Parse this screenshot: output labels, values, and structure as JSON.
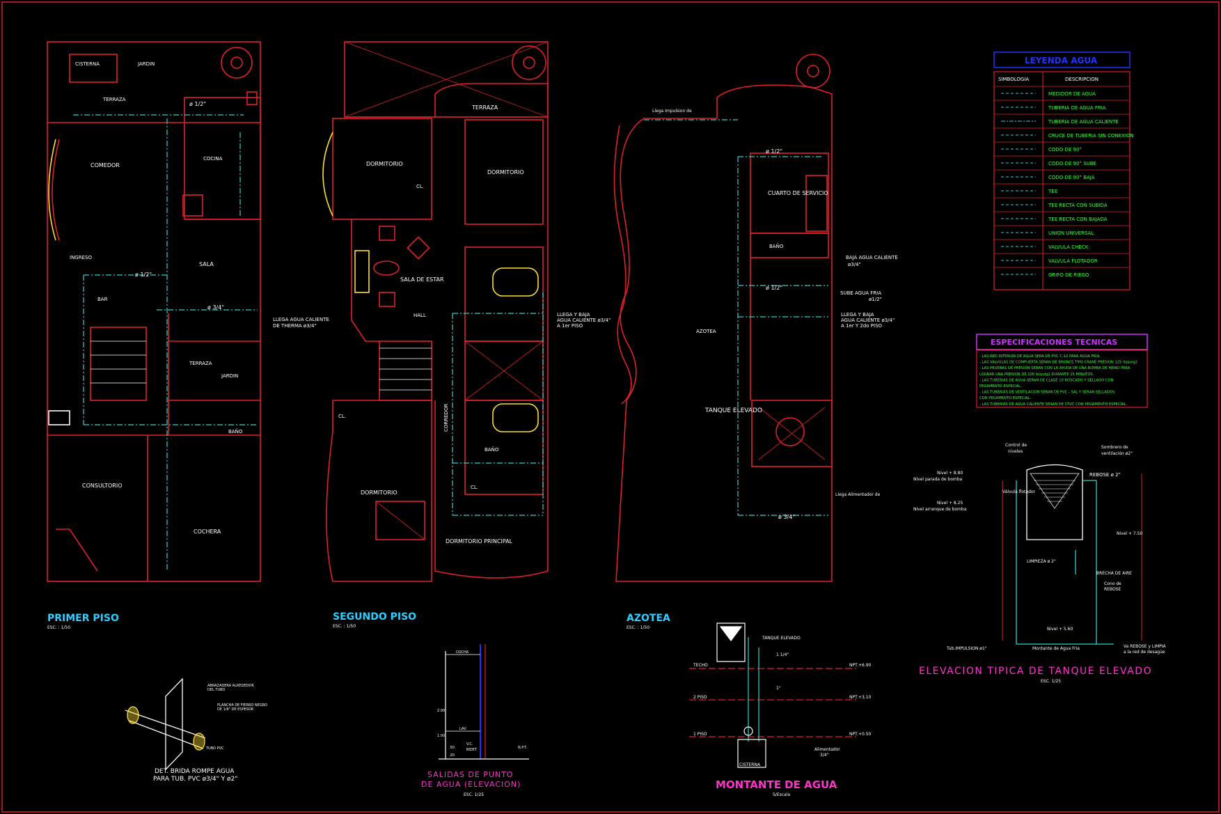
{
  "colors": {
    "background": "#000000",
    "walls": "#e0202a",
    "pipes": "#35d0d0",
    "labels_white": "#ffffff",
    "labels_green": "#40ff40",
    "title_cyan": "#33ccff",
    "title_magenta": "#ff33cc",
    "legend_blue": "#2233ff",
    "yellow": "#ffe033"
  },
  "titles": {
    "primer_piso": "PRIMER PISO",
    "primer_piso_scale": "ESC. : 1/50",
    "segundo_piso": "SEGUNDO PISO",
    "segundo_piso_scale": "ESC. : 1/50",
    "azotea": "AZOTEA",
    "azotea_scale": "ESC. : 1/50",
    "montante": "MONTANTE DE AGUA",
    "montante_scale": "S/Escala",
    "elevacion_tanque": "ELEVACION TIPICA DE TANQUE ELEVADO",
    "elevacion_tanque_scale": "ESC. 1/25",
    "salidas_1": "SALIDAS DE PUNTO",
    "salidas_2": "DE AGUA (ELEVACION)",
    "salidas_scale": "ESC. 1/25",
    "brida_1": "DET. BRIDA ROMPE AGUA",
    "brida_2": "PARA TUB. PVC ø3/4\" Y ø2\""
  },
  "rooms_primer": {
    "cisterna": "CISTERNA",
    "jardin": "JARDIN",
    "terraza": "TERRAZA",
    "comedor": "COMEDOR",
    "cocina": "COCINA",
    "ingreso": "INGRESO",
    "sala": "SALA",
    "bar": "BAR",
    "terraza2": "TERRAZA",
    "jardin2": "JARDIN",
    "bano": "BAÑO",
    "consultorio": "CONSULTORIO",
    "cochera": "COCHERA"
  },
  "rooms_segundo": {
    "terraza": "TERRAZA",
    "dormitorio1": "DORMITORIO",
    "dormitorio2": "DORMITORIO",
    "cl1": "CL.",
    "sala_estar": "SALA DE ESTAR",
    "hall": "HALL",
    "corredor": "CORREDOR",
    "bano": "BAÑO",
    "cl2": "CL.",
    "dormitorio3": "DORMITORIO",
    "dormitorio_principal": "DORMITORIO PRINCIPAL",
    "cl3": "CL."
  },
  "rooms_azotea": {
    "cuarto": "CUARTO DE SERVICIO",
    "bano": "BAÑO",
    "azotea": "AZOTEA",
    "tanque": "TANQUE ELEVADO"
  },
  "notes": {
    "llega_agua_caliente": "LLEGA AGUA CALIENTE",
    "de_therma": "DE THERMA ø3/4\"",
    "llega_y_baja": "LLEGA Y BAJA",
    "agua_caliente_34": "AGUA CALIENTE ø3/4\"",
    "a_1er_piso": "A 1er PISO",
    "baja_agua_caliente": "BAJA AGUA CALIENTE",
    "baja_34": "ø3/4\"",
    "sube_agua_fria": "SUBE AGUA FRIA",
    "sube_12": "ø1/2\"",
    "llega_y_baja_2": "LLEGA Y BAJA",
    "agua_caliente_2": "AGUA CALIENTE ø3/4\"",
    "a_1er_2do": "A 1er Y 2do PISO",
    "llega_impulsion": "Llega Impulsion de",
    "llega_alimentador": "Llega Alimentador de",
    "pipe_12": "ø 1/2\"",
    "pipe_34": "ø 3/4\""
  },
  "legend": {
    "title": "LEYENDA AGUA",
    "col1": "SIMBOLOGIA",
    "col2": "DESCRIPCION",
    "rows": [
      "MEDIDOR DE AGUA",
      "TUBERIA DE AGUA FRIA",
      "TUBERIA DE AGUA CALIENTE",
      "CRUCE DE TUBERIA SIN CONEXION",
      "CODO DE 90°",
      "CODO DE 90° SUBE",
      "CODO DE 90° BAJA",
      "TEE",
      "TEE RECTA CON SUBIDA",
      "TEE RECTA CON BAJADA",
      "UNION UNIVERSAL",
      "VALVULA CHECK",
      "VALVULA FLOTADOR",
      "GRIFO DE RIEGO"
    ]
  },
  "specs": {
    "title": "ESPECIFICACIONES TECNICAS",
    "lines": [
      "- LAS RED INTERIOR DE AGUA SERA DE PVC C-10 PARA AGUA FRIA.",
      "- LAS VALVULAS DE COMPUERTA SERAN DE BRONCE TIPO CRANE PRESION 125 lb/pulg2",
      "- LAS PRUEBAS DE PRESION SERAN CON LA AYUDA DE UNA BOMBA DE MANO PARA",
      "  LOGRAR UNA PRESION DE 100 lb/pulg2 DURANTE 15 MINUTOS.",
      "- LAS TUBERIAS DE AGUA SERAN DE CLASE 10 ROSCADO Y SELLADO CON",
      "  PEGAMENTO ESPECIAL.",
      "- LAS TUBERIAS DE VENTILACION SERAN DE PVC - SAL Y SERAN SELLADOS",
      "  CON PEGAMENTO ESPECIAL.",
      "- LAS TUBERIAS DE AGUA CALIENTE SERAN DE CPVC CON PEGAMENTO ESPECIAL."
    ]
  },
  "tank": {
    "control": "Control de",
    "niveles": "niveles",
    "sombrero": "Sombrero de",
    "ventilacion": "ventilación ø2\"",
    "rebose": "REBOSE ø 2\"",
    "nivel_880": "Nivel + 8.80",
    "nivel_parada": "Nivel parada de bomba",
    "valvula_flotador": "Válvula flotador",
    "nivel_825": "Nivel + 8.25",
    "nivel_arranque": "Nivel arranque de bomba",
    "nivel_750": "Nivel + 7.50",
    "limpieza": "LIMPIEZA ø 2\"",
    "brecha": "BRECHA DE AIRE",
    "cono": "Cono de",
    "rebose2": "REBOSE",
    "nivel_560": "Nivel + 5.60",
    "tub_impulsion": "Tub.IMPULSION ø1\"",
    "montante_fria": "Montante de Agua Fria",
    "va_rebose": "Va REBOSE y LIMPIA",
    "red_desague": "a la red de desagüe"
  },
  "montante": {
    "techo": "TECHO",
    "piso2": "2 PISO",
    "piso1": "1 PISO",
    "npt_690": "NPT.+6.90",
    "npt_310": "NPT.+3.10",
    "npt_050": "NPT.+0.50",
    "tanque": "TANQUE ELEVADO",
    "cisterna": "CISTERNA",
    "alimentador": "Alimentador",
    "a_34": "3/4\"",
    "d_114": "1 1/4\"",
    "d_1": "1\""
  },
  "salidas": {
    "ducha": "DUCHA",
    "lav": "LAV.",
    "vc": "V.C.",
    "bidet": "BIDET",
    "npt": "N.P.T.",
    "h1": "2.00",
    "h2": "1.00",
    "h3": ".50",
    "h4": ".20"
  },
  "brida": {
    "n1": "ABRAZADERA ALREDEDOR",
    "n2": "DEL TUBO",
    "n3": "PLANCHA DE FIERRO NEGRO",
    "n4": "DE 1/8\" DE ESPESOR",
    "n5": "TUBO PVC"
  }
}
